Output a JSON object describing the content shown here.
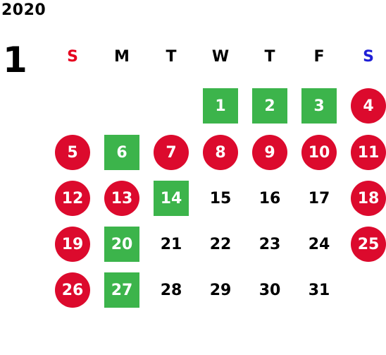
{
  "calendar": {
    "year": "2020",
    "month": "1",
    "colors": {
      "sunday_label": "#e6001f",
      "saturday_label": "#1f1fd6",
      "holiday_circle": "#dc0a2d",
      "green_marker": "#3cb44b",
      "normal_text": "#000000"
    },
    "weekdays": [
      {
        "label": "S",
        "kind": "sunday"
      },
      {
        "label": "M",
        "kind": "weekday"
      },
      {
        "label": "T",
        "kind": "weekday"
      },
      {
        "label": "W",
        "kind": "weekday"
      },
      {
        "label": "T",
        "kind": "weekday"
      },
      {
        "label": "F",
        "kind": "weekday"
      },
      {
        "label": "S",
        "kind": "saturday"
      }
    ],
    "days": [
      {
        "day": "1",
        "col": 3,
        "row": 0,
        "style": "green"
      },
      {
        "day": "2",
        "col": 4,
        "row": 0,
        "style": "green"
      },
      {
        "day": "3",
        "col": 5,
        "row": 0,
        "style": "green"
      },
      {
        "day": "4",
        "col": 6,
        "row": 0,
        "style": "red"
      },
      {
        "day": "5",
        "col": 0,
        "row": 1,
        "style": "red"
      },
      {
        "day": "6",
        "col": 1,
        "row": 1,
        "style": "green"
      },
      {
        "day": "7",
        "col": 2,
        "row": 1,
        "style": "red"
      },
      {
        "day": "8",
        "col": 3,
        "row": 1,
        "style": "red"
      },
      {
        "day": "9",
        "col": 4,
        "row": 1,
        "style": "red"
      },
      {
        "day": "10",
        "col": 5,
        "row": 1,
        "style": "red"
      },
      {
        "day": "11",
        "col": 6,
        "row": 1,
        "style": "red"
      },
      {
        "day": "12",
        "col": 0,
        "row": 2,
        "style": "red"
      },
      {
        "day": "13",
        "col": 1,
        "row": 2,
        "style": "red"
      },
      {
        "day": "14",
        "col": 2,
        "row": 2,
        "style": "green"
      },
      {
        "day": "15",
        "col": 3,
        "row": 2,
        "style": "plain"
      },
      {
        "day": "16",
        "col": 4,
        "row": 2,
        "style": "plain"
      },
      {
        "day": "17",
        "col": 5,
        "row": 2,
        "style": "plain"
      },
      {
        "day": "18",
        "col": 6,
        "row": 2,
        "style": "red"
      },
      {
        "day": "19",
        "col": 0,
        "row": 3,
        "style": "red"
      },
      {
        "day": "20",
        "col": 1,
        "row": 3,
        "style": "green"
      },
      {
        "day": "21",
        "col": 2,
        "row": 3,
        "style": "plain"
      },
      {
        "day": "22",
        "col": 3,
        "row": 3,
        "style": "plain"
      },
      {
        "day": "23",
        "col": 4,
        "row": 3,
        "style": "plain"
      },
      {
        "day": "24",
        "col": 5,
        "row": 3,
        "style": "plain"
      },
      {
        "day": "25",
        "col": 6,
        "row": 3,
        "style": "red"
      },
      {
        "day": "26",
        "col": 0,
        "row": 4,
        "style": "red"
      },
      {
        "day": "27",
        "col": 1,
        "row": 4,
        "style": "green"
      },
      {
        "day": "28",
        "col": 2,
        "row": 4,
        "style": "plain"
      },
      {
        "day": "29",
        "col": 3,
        "row": 4,
        "style": "plain"
      },
      {
        "day": "30",
        "col": 4,
        "row": 4,
        "style": "plain"
      },
      {
        "day": "31",
        "col": 5,
        "row": 4,
        "style": "plain"
      }
    ]
  }
}
